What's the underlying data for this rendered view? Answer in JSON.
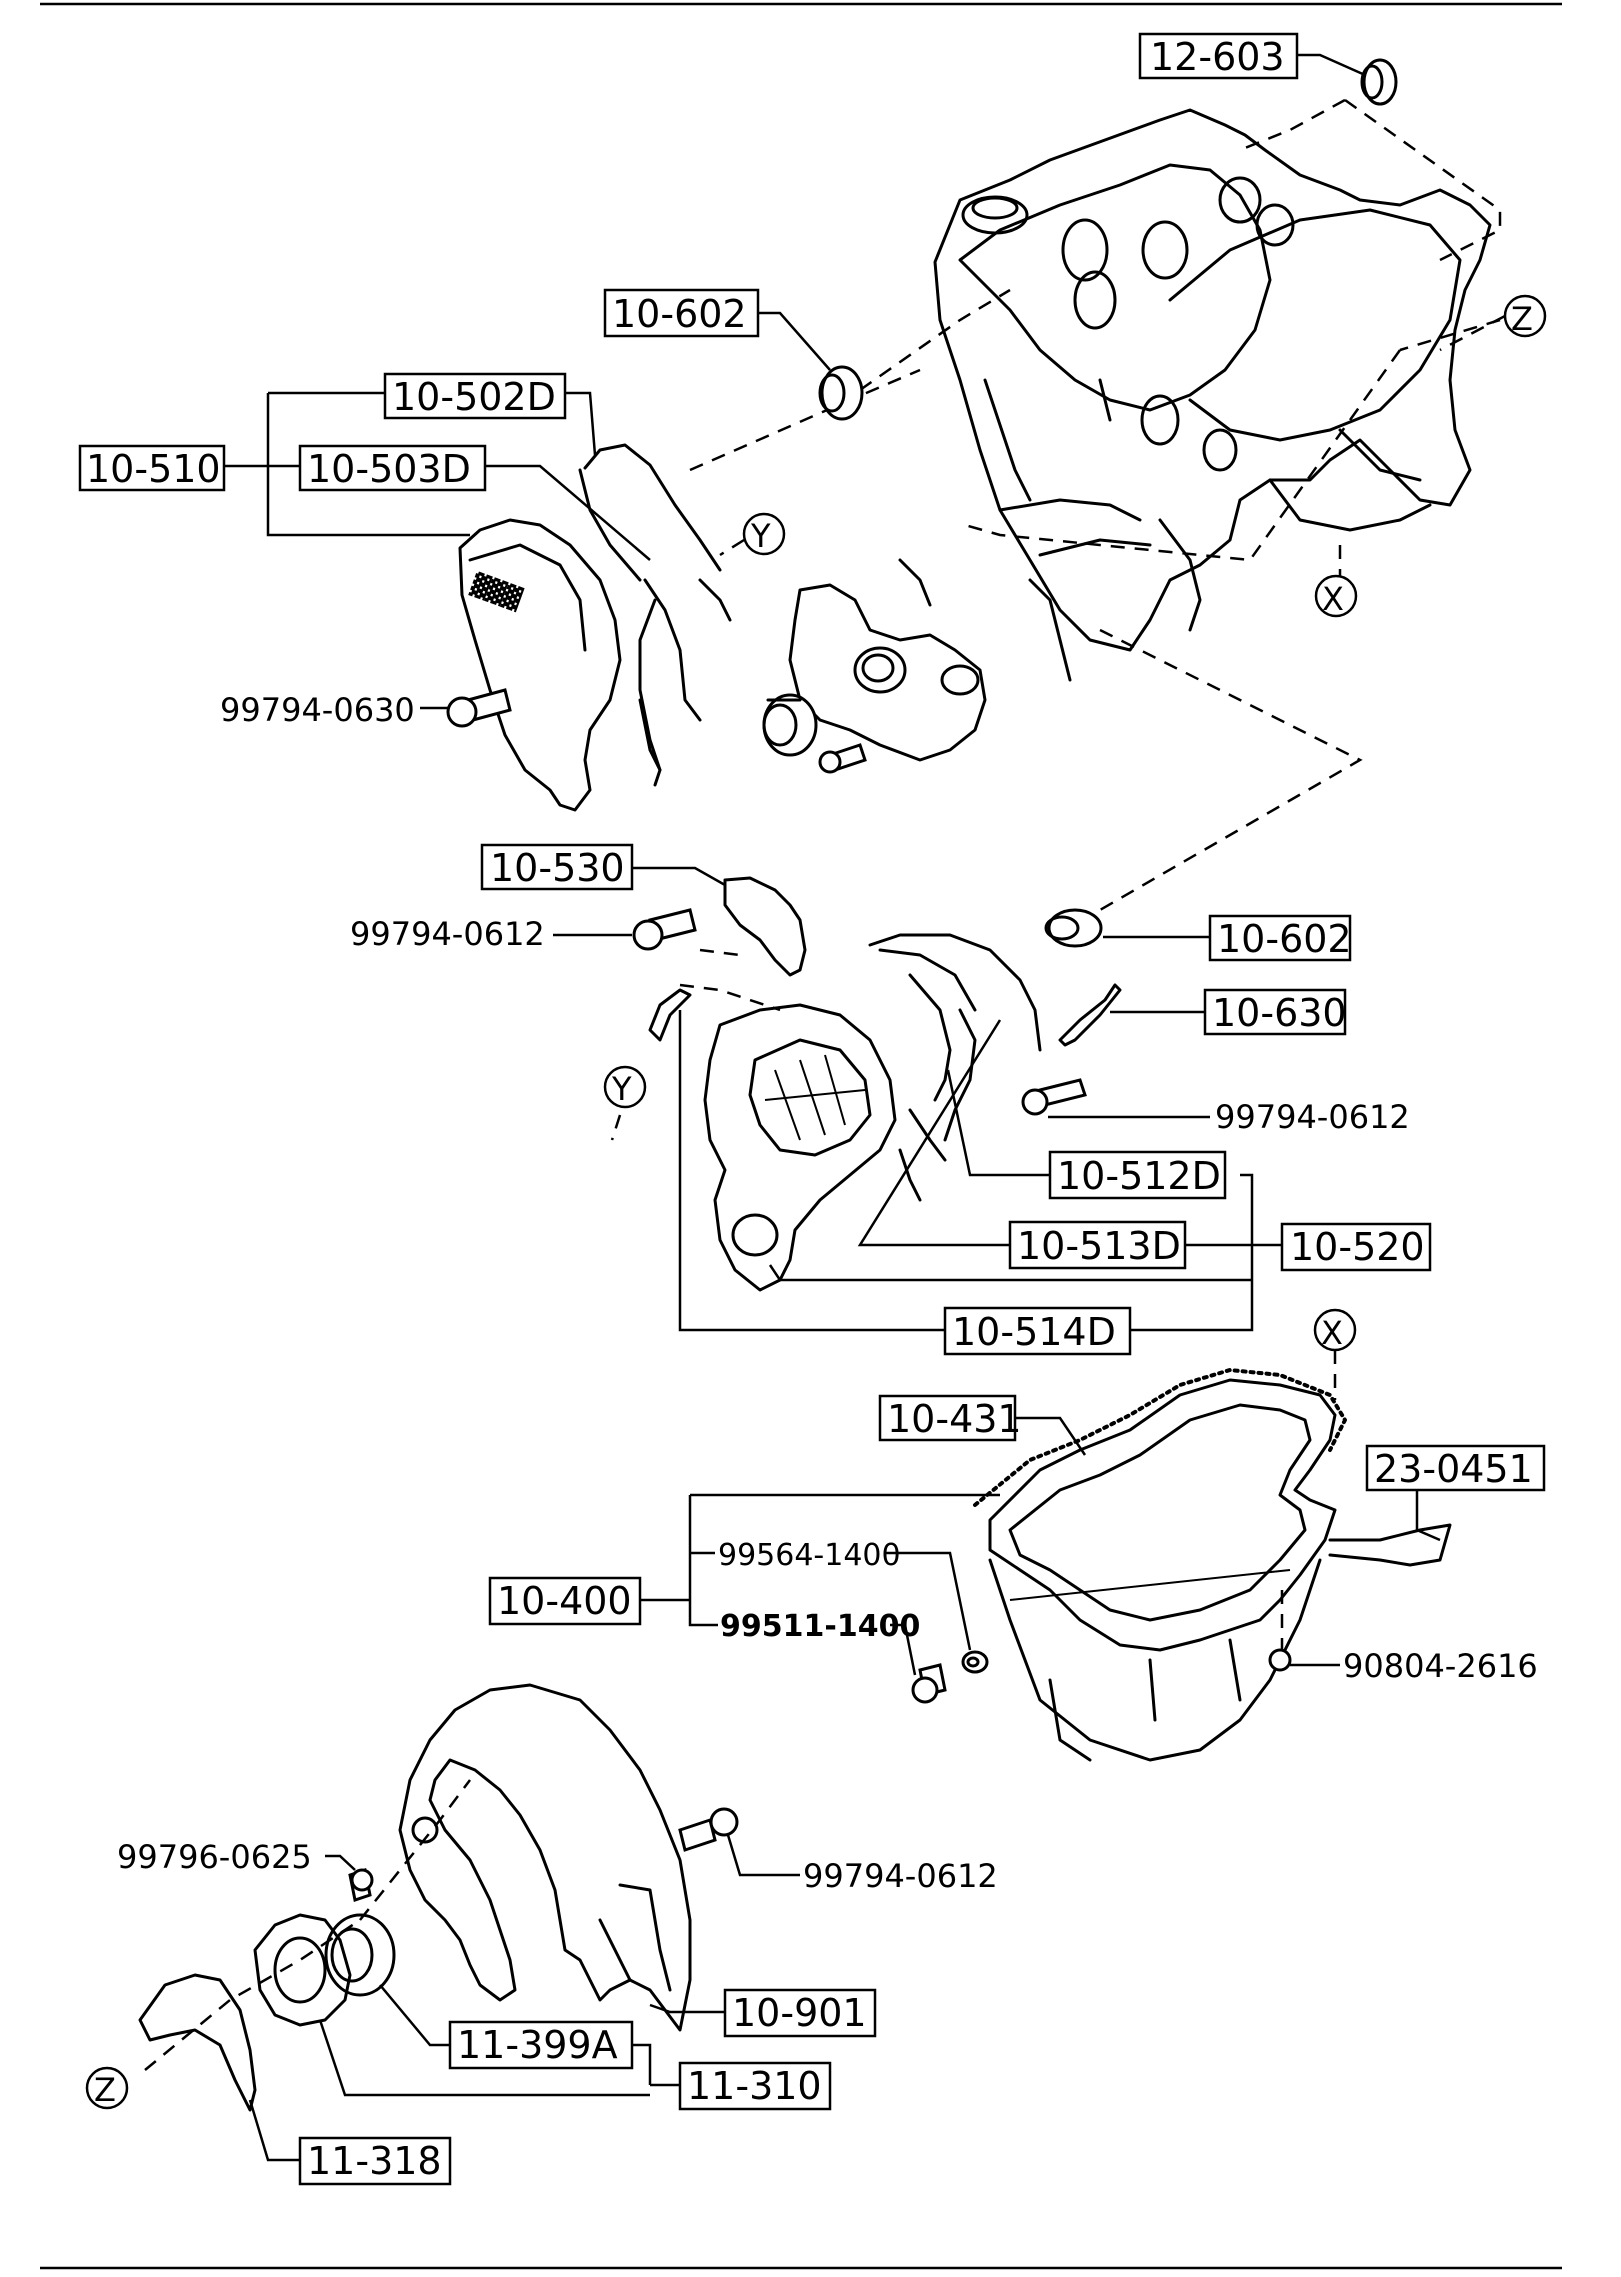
{
  "parts": {
    "p12_603": "12-603",
    "p10_602_top": "10-602",
    "p10_502D": "10-502D",
    "p10_510": "10-510",
    "p10_503D": "10-503D",
    "p99794_0630": "99794-0630",
    "p10_530": "10-530",
    "p99794_0612_a": "99794-0612",
    "p10_602_mid": "10-602",
    "p10_630": "10-630",
    "p99794_0612_b": "99794-0612",
    "p10_512D": "10-512D",
    "p10_513D": "10-513D",
    "p10_520": "10-520",
    "p10_514D": "10-514D",
    "p10_431": "10-431",
    "p23_0451": "23-0451",
    "p99564_1400": "99564-1400",
    "p10_400": "10-400",
    "p99511_1400": "99511-1400",
    "p90804_2616": "90804-2616",
    "p99796_0625": "99796-0625",
    "p99794_0612_c": "99794-0612",
    "p10_901": "10-901",
    "p11_399A": "11-399A",
    "p11_310": "11-310",
    "p11_318": "11-318"
  },
  "refs": {
    "z_top": "Z",
    "y_top": "Y",
    "x_top": "X",
    "y_mid": "Y",
    "x_mid": "X",
    "z_bottom": "Z"
  }
}
